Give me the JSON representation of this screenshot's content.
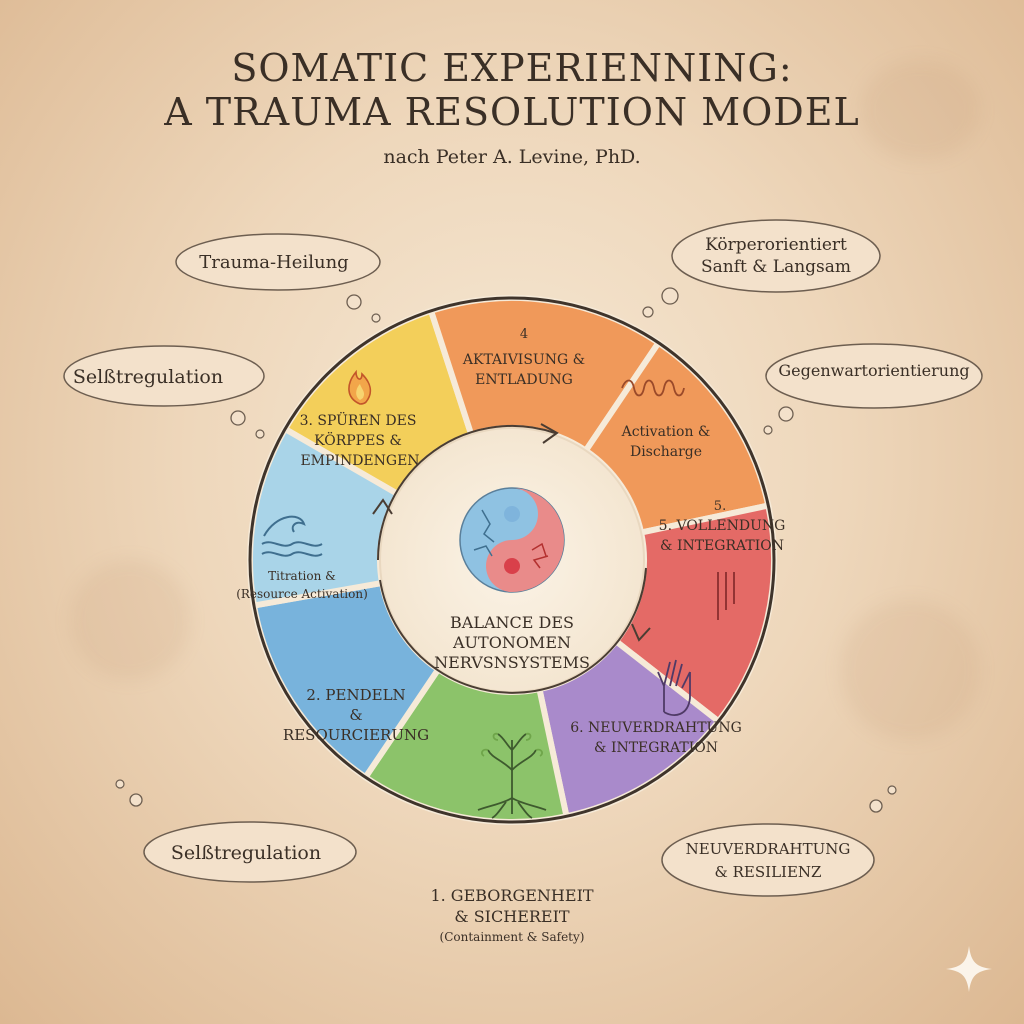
{
  "header": {
    "title_line1": "SOMATIC EXPERIENNING:",
    "title_line2": "A TRAUMA RESOLUTION MODEL",
    "subtitle": "nach Peter A. Levine, PhD."
  },
  "bubbles": {
    "trauma_heilung": "Trauma-Heilung",
    "selbstregulation_top": "Selßtregulation",
    "selbstregulation_bottom": "Selßtregulation",
    "koerper_line1": "Körperorientiert",
    "koerper_line2": "Sanft & Langsam",
    "gegenwart": "Gegenwartorientierung",
    "neuverdrahtung_line1": "NEUVERDRAHTUNG",
    "neuverdrahtung_line2": "& RESILIENZ"
  },
  "segments": {
    "s3": [
      "3. SPÜREN DES",
      "KÖRPPES &",
      "EMPINDENGEN"
    ],
    "s4": [
      "4",
      "AKTAIVISUNG &",
      "ENTLADUNG"
    ],
    "activation": [
      "Activation &",
      "Discharge"
    ],
    "s5": [
      "5.",
      "5. VOLLENDUNG",
      "& INTEGRATION"
    ],
    "s6": [
      "6. NEUVERDRAHTUNG",
      "& INTEGRATION"
    ],
    "s2": [
      "2. PENDELN",
      "&",
      "RESOURCIERUNG"
    ],
    "titration": [
      "Titration &",
      "(Resource Activation)"
    ]
  },
  "center": {
    "lines": [
      "BALANCE DES",
      "AUTONOMEN",
      "NERVSNSYSTEMS"
    ]
  },
  "bottom_label": {
    "line1": "1. GEBORGENHEIT",
    "line2": "& SICHEREIT",
    "line3": "(Containment & Safety)"
  },
  "icons": {
    "flame": "flame-icon",
    "wave": "wave-icon",
    "spring": "spring-icon",
    "drip": "drip-icon",
    "hand": "hand-icon",
    "tree": "tree-icon",
    "yin_yang": "yin-yang-icon",
    "sparkle": "sparkle-icon"
  },
  "colors": {
    "yellow": "#f3cf5a",
    "orange": "#f0995a",
    "red": "#e46a66",
    "purple": "#a98acb",
    "green": "#8cc36a",
    "blue": "#78b3dc",
    "light_blue": "#a9d4e8"
  }
}
